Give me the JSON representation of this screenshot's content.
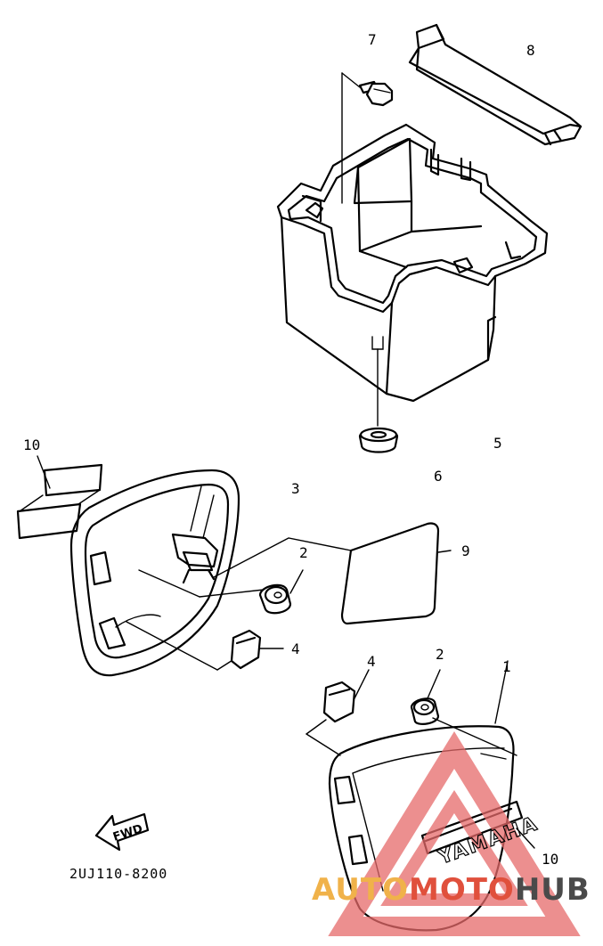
{
  "labels": {
    "p1": "1",
    "p2a": "2",
    "p2b": "2",
    "p3": "3",
    "p4a": "4",
    "p4b": "4",
    "p5": "5",
    "p6": "6",
    "p7": "7",
    "p8": "8",
    "p9": "9",
    "p10a": "10",
    "p10b": "10"
  },
  "part_code": "2UJ110-8200",
  "direction_label": "FWD",
  "cover_brand": "YAMAHA",
  "watermark": {
    "text_a": "AUTO",
    "text_b": "MOTO",
    "text_c": "HUB",
    "color_a": "#f0b24a",
    "color_b": "#e0503c",
    "color_c": "#4a4a4a"
  }
}
